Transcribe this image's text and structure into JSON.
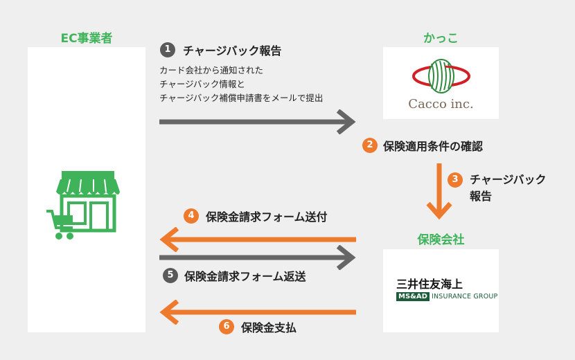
{
  "nodes": {
    "ec": {
      "title": "EC事業者"
    },
    "cacco": {
      "title": "かっこ",
      "logo_text": "Cacco inc."
    },
    "insurer": {
      "title": "保険会社",
      "logo_main": "三井住友海上",
      "logo_badge": "MS&AD",
      "logo_sub": "INSURANCE GROUP"
    }
  },
  "steps": [
    {
      "num": "1",
      "label": "チャージバック報告",
      "lines": [
        "カード会社から通知された",
        "チャージバック情報と",
        "チャージバック補償申請書をメールで提出"
      ]
    },
    {
      "num": "2",
      "label": "保険適用条件の確認"
    },
    {
      "num": "3",
      "label_lines": [
        "チャージバック",
        "報告"
      ]
    },
    {
      "num": "4",
      "label": "保険金請求フォーム送付"
    },
    {
      "num": "5",
      "label": "保険金請求フォーム返送"
    },
    {
      "num": "6",
      "label": "保険金支払"
    }
  ],
  "colors": {
    "green": "#3eb35a",
    "gray_arrow": "#666666",
    "orange_arrow": "#ee7a2d",
    "background": "#efefef",
    "panel": "#ffffff"
  }
}
